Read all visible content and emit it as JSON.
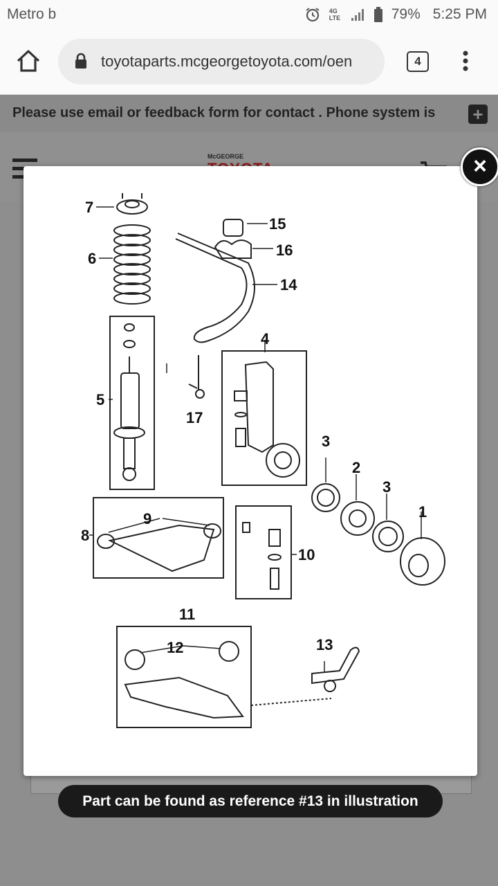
{
  "status_bar": {
    "carrier": "Metro b",
    "network": "4G LTE",
    "battery": "79%",
    "time": "5:25 PM"
  },
  "browser": {
    "url": "toyotaparts.mcgeorgetoyota.com/oen",
    "tab_count": "4"
  },
  "page": {
    "notice": "Please use email or feedback form for contact . Phone system is",
    "brand_small": "McGEORGE",
    "brand_big": "TOYOTA"
  },
  "modal": {
    "close_label": "×",
    "callouts": {
      "c1": "1",
      "c2": "2",
      "c3a": "3",
      "c3b": "3",
      "c4": "4",
      "c5": "5",
      "c6": "6",
      "c7": "7",
      "c8": "8",
      "c9": "9",
      "c10": "10",
      "c11": "11",
      "c12": "12",
      "c13": "13",
      "c14": "14",
      "c15": "15",
      "c16": "16",
      "c17": "17"
    }
  },
  "toast": {
    "text": "Part can be found as reference #13 in illustration"
  }
}
